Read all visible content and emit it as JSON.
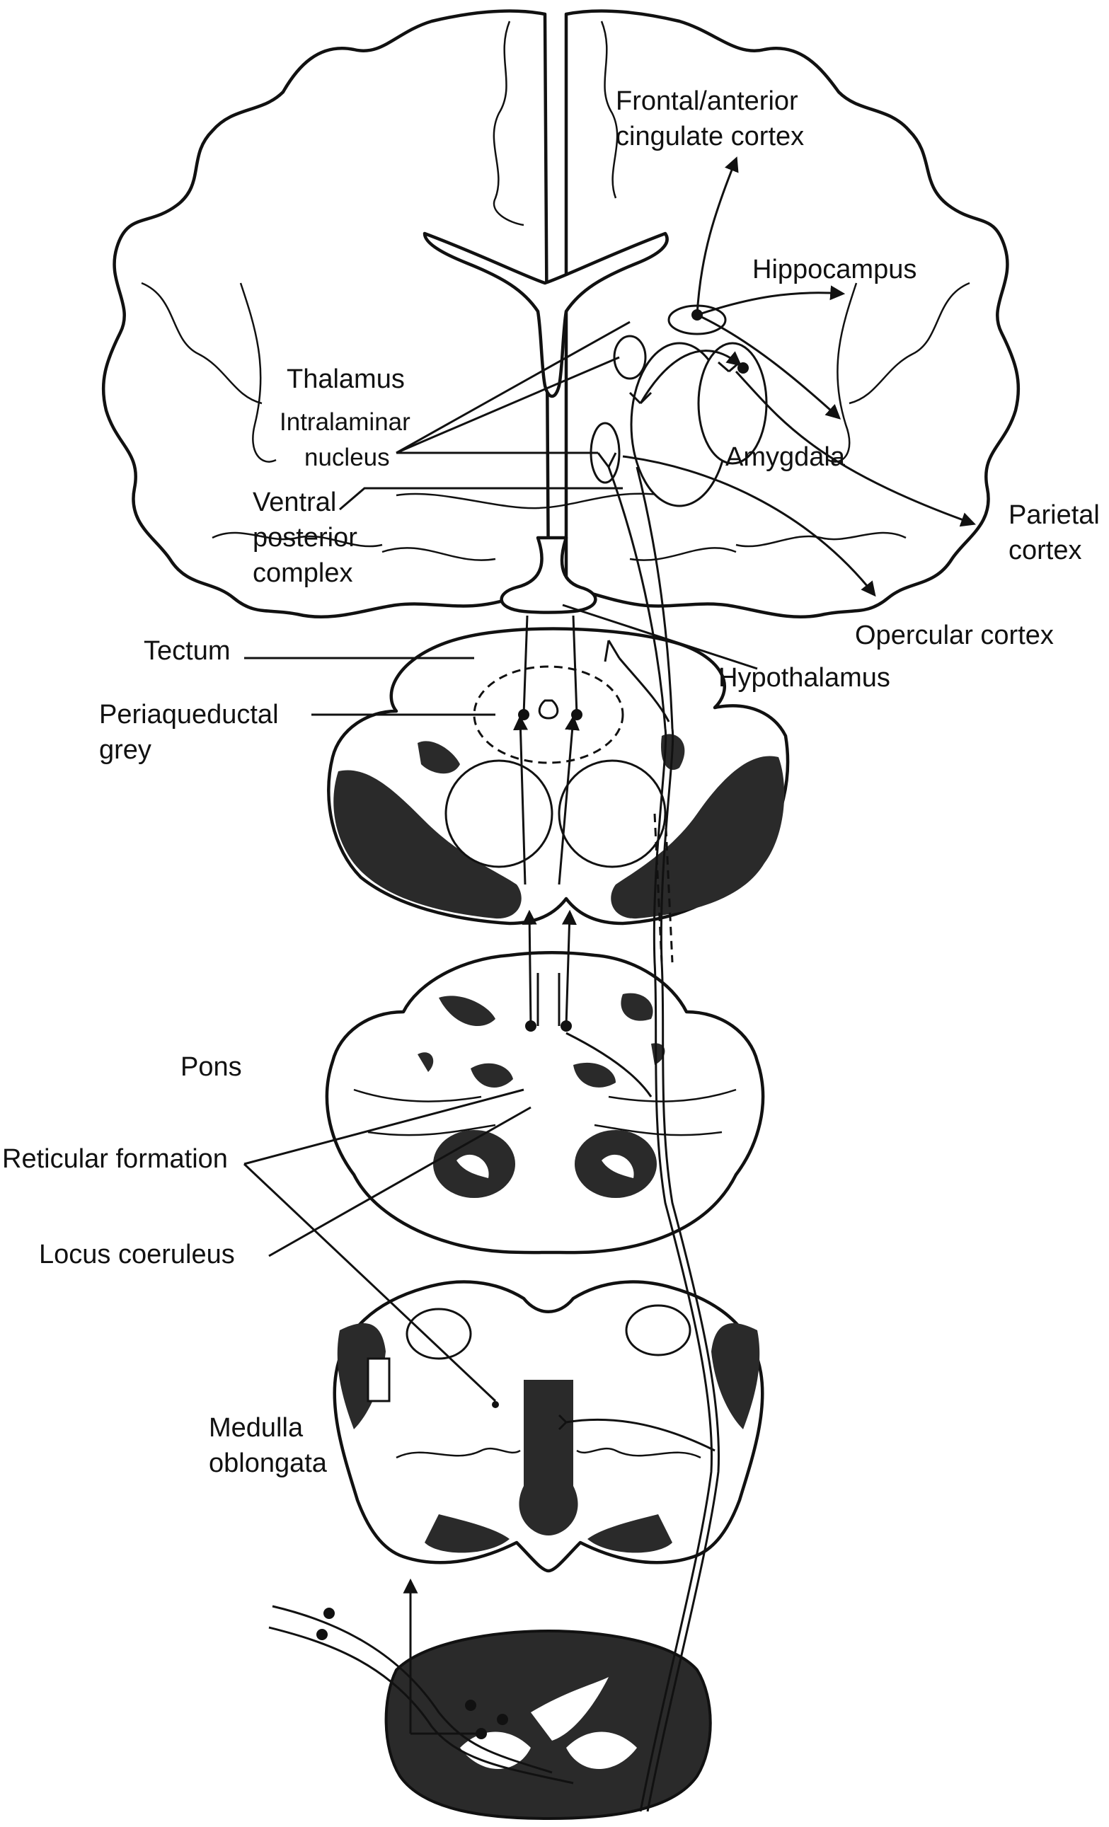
{
  "labels": {
    "frontal_line1": "Frontal/anterior",
    "frontal_line2": "cingulate cortex",
    "hippocampus": "Hippocampus",
    "thalamus": "Thalamus",
    "intralaminar_line1": "Intralaminar",
    "intralaminar_line2": "nucleus",
    "amygdala": "Amygdala",
    "ventral_line1": "Ventral",
    "ventral_line2": "posterior",
    "ventral_line3": "complex",
    "parietal_line1": "Parietal",
    "parietal_line2": "cortex",
    "opercular": "Opercular cortex",
    "tectum": "Tectum",
    "hypothalamus": "Hypothalamus",
    "pag_line1": "Periaqueductal",
    "pag_line2": "grey",
    "pons": "Pons",
    "reticular": "Reticular formation",
    "locus": "Locus coeruleus",
    "medulla_line1": "Medulla",
    "medulla_line2": "oblongata"
  },
  "colors": {
    "ink": "#111111",
    "tissue_dark": "#2a2a2a",
    "background": "#ffffff"
  }
}
